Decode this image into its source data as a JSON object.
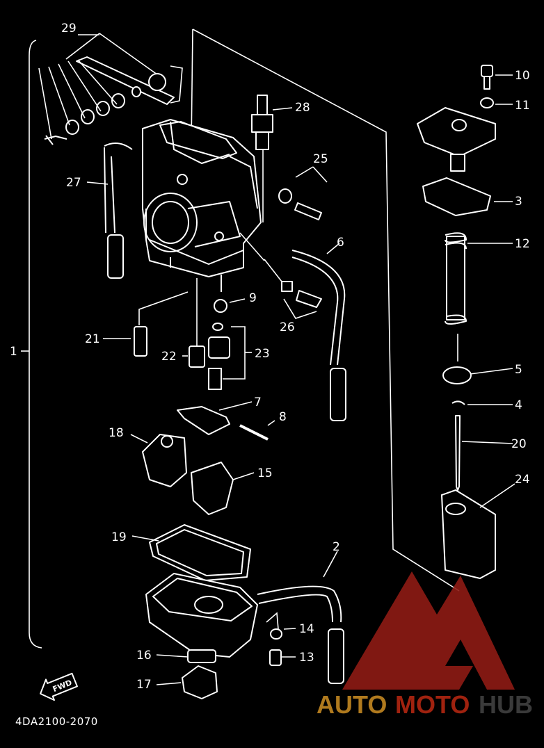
{
  "diagram": {
    "drawing_code": "4DA2100-2070",
    "fwd_label": "FWD",
    "callouts": [
      "1",
      "2",
      "3",
      "4",
      "5",
      "6",
      "7",
      "8",
      "9",
      "10",
      "11",
      "12",
      "13",
      "14",
      "15",
      "16",
      "17",
      "18",
      "19",
      "20",
      "21",
      "22",
      "23",
      "24",
      "25",
      "26",
      "27",
      "28",
      "29"
    ]
  },
  "watermark": {
    "text_auto": "AUTO",
    "text_moto": "MOTO",
    "text_hub": "HUB",
    "colors": {
      "logo_red": "#8e1b14",
      "auto": "#b07a1e",
      "moto": "#a0220f",
      "hub": "#3a3a3a"
    }
  }
}
